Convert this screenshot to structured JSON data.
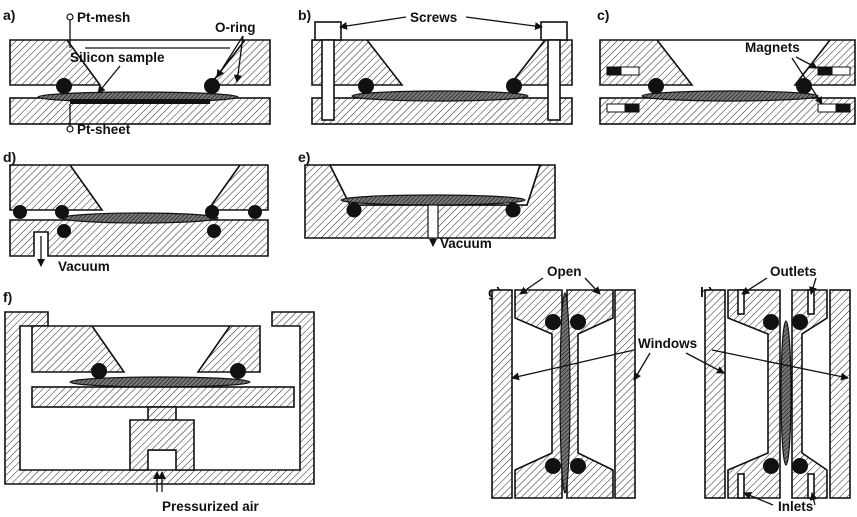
{
  "panels": {
    "a": {
      "label": "a)",
      "pt_mesh": "Pt-mesh",
      "o_ring": "O-ring",
      "silicon_sample": "Silicon sample",
      "pt_sheet": "Pt-sheet"
    },
    "b": {
      "label": "b)",
      "screws": "Screws"
    },
    "c": {
      "label": "c)",
      "magnets": "Magnets"
    },
    "d": {
      "label": "d)",
      "vacuum": "Vacuum"
    },
    "e": {
      "label": "e)",
      "vacuum": "Vacuum"
    },
    "f": {
      "label": "f)",
      "pressurized_air": "Pressurized air"
    },
    "g": {
      "label": "g)",
      "open": "Open"
    },
    "h": {
      "label": "h)",
      "outlets": "Outlets",
      "inlets": "Inlets"
    }
  },
  "windows_label": "Windows",
  "icons": [
    "o-ring-icon",
    "screw-icon",
    "magnet-icon",
    "arrow-icon"
  ]
}
